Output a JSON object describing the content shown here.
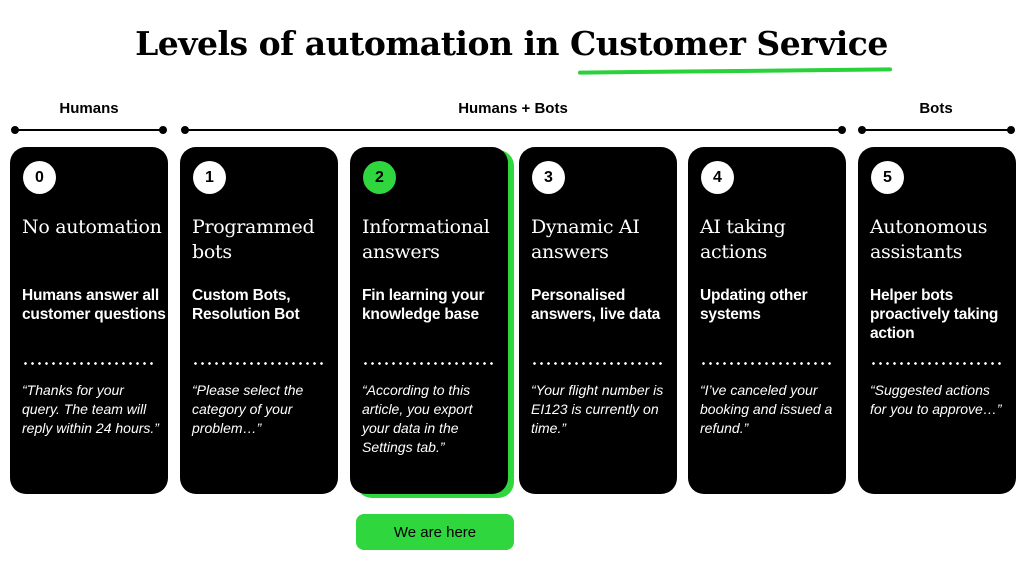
{
  "title": {
    "prefix": "Levels of automation in ",
    "highlight": "Customer Service"
  },
  "groups": [
    {
      "label": "Humans"
    },
    {
      "label": "Humans + Bots"
    },
    {
      "label": "Bots"
    }
  ],
  "cards": [
    {
      "number": "0",
      "title": "No automation",
      "subtitle": "Humans answer all customer questions",
      "quote": "“Thanks for your query. The team will reply within 24 hours.”"
    },
    {
      "number": "1",
      "title": "Programmed bots",
      "subtitle": "Custom Bots, Resolution Bot",
      "quote": "“Please select the category of your problem…”"
    },
    {
      "number": "2",
      "title": "Informational answers",
      "subtitle": "Fin learning your knowledge base",
      "quote": "“According to this article, you export your data in the Settings tab.”",
      "active": true
    },
    {
      "number": "3",
      "title": "Dynamic AI answers",
      "subtitle": "Personalised answers, live data",
      "quote": "“Your flight number is EI123 is currently on time.”"
    },
    {
      "number": "4",
      "title": "AI taking actions",
      "subtitle": "Updating other systems",
      "quote": "“I’ve canceled your booking and issued a refund.”"
    },
    {
      "number": "5",
      "title": "Autonomous assistants",
      "subtitle": "Helper bots proactively taking action",
      "quote": "“Suggested actions for you to approve…”"
    }
  ],
  "marker": {
    "label": "We are here"
  },
  "colors": {
    "accent": "#2fd63d",
    "card_bg": "#000000",
    "text_on_card": "#ffffff"
  }
}
